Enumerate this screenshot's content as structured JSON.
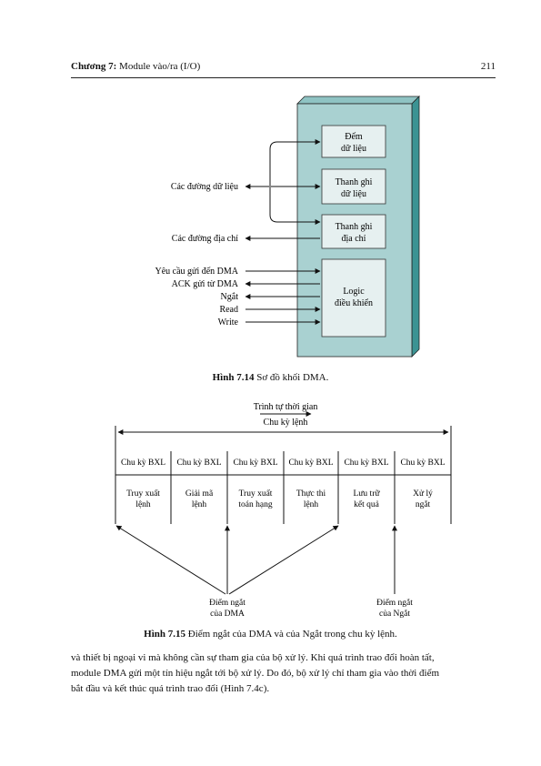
{
  "header": {
    "chapter_label": "Chương 7:",
    "chapter_title": "Module vào/ra (I/O)",
    "page_number": "211"
  },
  "figure_7_14": {
    "blocks": [
      [
        "Đếm",
        "dữ liệu"
      ],
      [
        "Thanh ghi",
        "dữ liệu"
      ],
      [
        "Thanh ghi",
        "địa chỉ"
      ],
      [
        "Logic",
        "điều khiển"
      ]
    ],
    "lines": {
      "data_lines": "Các đường dữ liệu",
      "address_lines": "Các đường địa chỉ",
      "dma_request": "Yêu cầu gửi đến DMA",
      "dma_ack": "ACK gửi từ DMA",
      "interrupt": "Ngắt",
      "read": "Read",
      "write": "Write"
    },
    "caption_label": "Hình 7.14",
    "caption_text": " Sơ đồ khối DMA."
  },
  "figure_7_15": {
    "time_label": "Trình tự thời gian",
    "instruction_cycle_label": "Chu kỳ lệnh",
    "cycles": [
      {
        "cycle": "Chu kỳ BXL",
        "stage": [
          "Truy xuất",
          "lệnh"
        ]
      },
      {
        "cycle": "Chu kỳ BXL",
        "stage": [
          "Giải mã",
          "lệnh"
        ]
      },
      {
        "cycle": "Chu kỳ BXL",
        "stage": [
          "Truy xuất",
          "toán hạng"
        ]
      },
      {
        "cycle": "Chu kỳ BXL",
        "stage": [
          "Thực thi",
          "lệnh"
        ]
      },
      {
        "cycle": "Chu kỳ BXL",
        "stage": [
          "Lưu trữ",
          "kết quả"
        ]
      },
      {
        "cycle": "Chu kỳ BXL",
        "stage": [
          "Xử lý",
          "ngắt"
        ]
      }
    ],
    "dma_breakpoints": [
      "Điểm ngắt",
      "của DMA"
    ],
    "interrupt_breakpoint": [
      "Điểm ngắt",
      "của Ngắt"
    ],
    "caption_label": "Hình 7.15",
    "caption_text": " Điểm ngắt của DMA và của Ngắt trong chu kỳ lệnh."
  },
  "body_text": [
    "và thiết bị ngoại vi mà không cần sự tham gia của bộ xử lý. Khi quá trình trao đổi hoàn tất,",
    "module DMA gửi một tín hiệu ngắt tới bộ xử lý. Do đó, bộ xử lý chỉ tham gia vào thời điểm",
    "bắt đầu và kết thúc quá trình trao đổi (Hình 7.4c)."
  ]
}
